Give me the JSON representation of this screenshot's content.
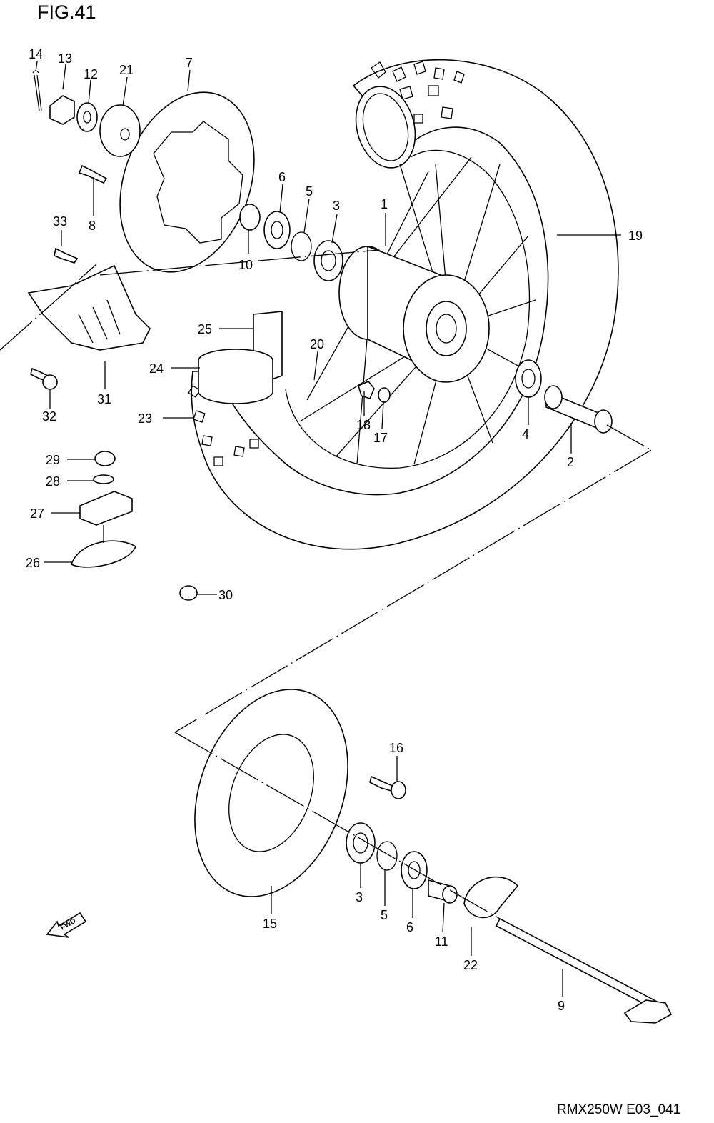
{
  "figure": {
    "title": "FIG.41",
    "code": "RMX250W E03_041"
  },
  "parts": [
    {
      "id": "p1",
      "number": "1"
    },
    {
      "id": "p2",
      "number": "2"
    },
    {
      "id": "p3a",
      "number": "3"
    },
    {
      "id": "p3b",
      "number": "3"
    },
    {
      "id": "p4",
      "number": "4"
    },
    {
      "id": "p5a",
      "number": "5"
    },
    {
      "id": "p5b",
      "number": "5"
    },
    {
      "id": "p6a",
      "number": "6"
    },
    {
      "id": "p6b",
      "number": "6"
    },
    {
      "id": "p7",
      "number": "7"
    },
    {
      "id": "p8",
      "number": "8"
    },
    {
      "id": "p9",
      "number": "9"
    },
    {
      "id": "p10",
      "number": "10"
    },
    {
      "id": "p11",
      "number": "11"
    },
    {
      "id": "p12",
      "number": "12"
    },
    {
      "id": "p13",
      "number": "13"
    },
    {
      "id": "p14",
      "number": "14"
    },
    {
      "id": "p15",
      "number": "15"
    },
    {
      "id": "p16",
      "number": "16"
    },
    {
      "id": "p17",
      "number": "17"
    },
    {
      "id": "p18",
      "number": "18"
    },
    {
      "id": "p19",
      "number": "19"
    },
    {
      "id": "p20",
      "number": "20"
    },
    {
      "id": "p21",
      "number": "21"
    },
    {
      "id": "p22",
      "number": "22"
    },
    {
      "id": "p23",
      "number": "23"
    },
    {
      "id": "p24",
      "number": "24"
    },
    {
      "id": "p25",
      "number": "25"
    },
    {
      "id": "p26",
      "number": "26"
    },
    {
      "id": "p27",
      "number": "27"
    },
    {
      "id": "p28",
      "number": "28"
    },
    {
      "id": "p29",
      "number": "29"
    },
    {
      "id": "p30",
      "number": "30"
    },
    {
      "id": "p31",
      "number": "31"
    },
    {
      "id": "p32",
      "number": "32"
    },
    {
      "id": "p33",
      "number": "33"
    }
  ],
  "fwd_badge": "FWD"
}
